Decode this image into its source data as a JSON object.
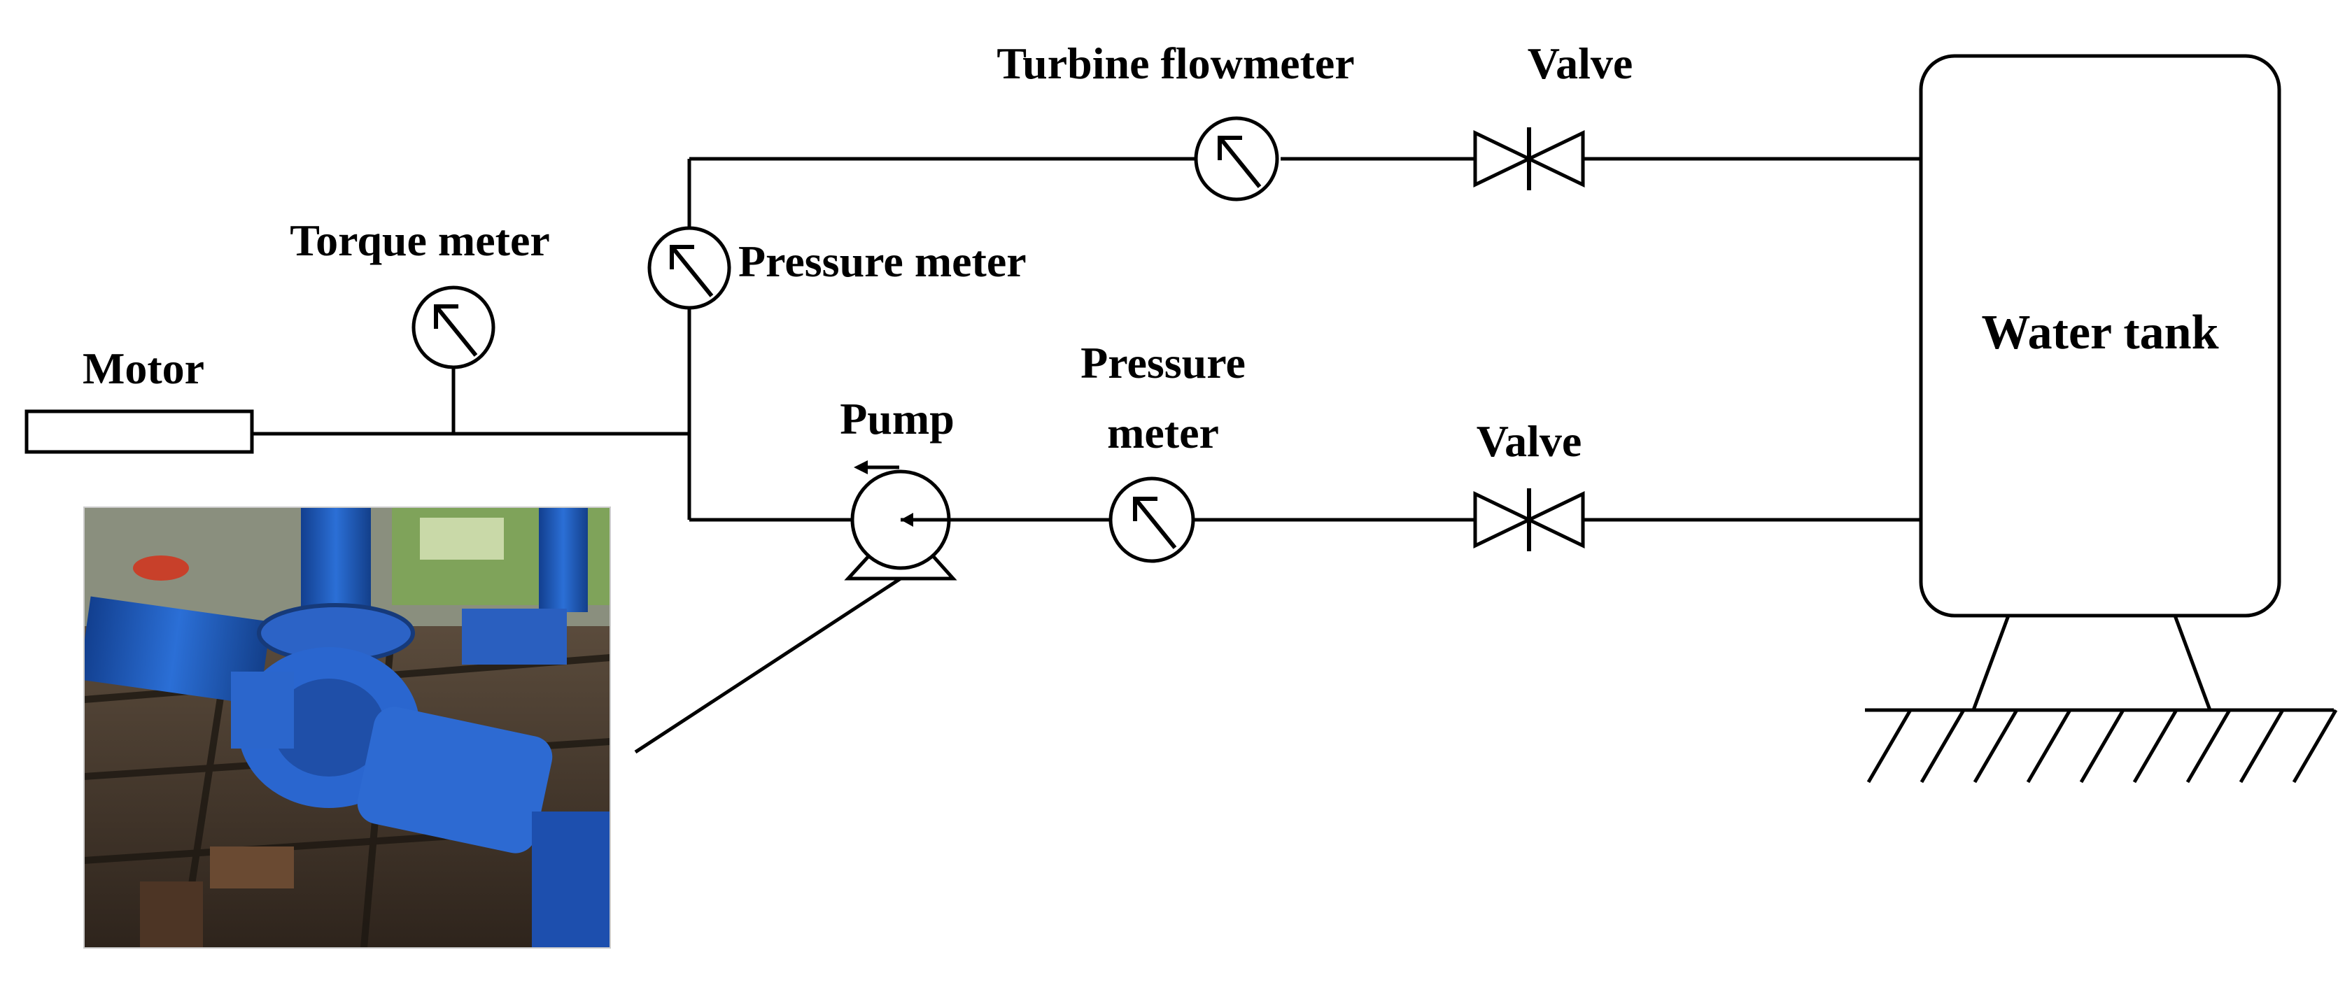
{
  "labels": {
    "motor": "Motor",
    "torque_meter": "Torque meter",
    "pressure_meter_upper": "Pressure meter",
    "turbine_flowmeter": "Turbine flowmeter",
    "valve_upper": "Valve",
    "water_tank": "Water tank",
    "pump": "Pump",
    "pressure_meter_lower_line1": "Pressure",
    "pressure_meter_lower_line2": "meter",
    "valve_lower": "Valve"
  },
  "colors": {
    "line": "#000000",
    "background": "#ffffff",
    "pump_blue": "#1f5fc8"
  }
}
